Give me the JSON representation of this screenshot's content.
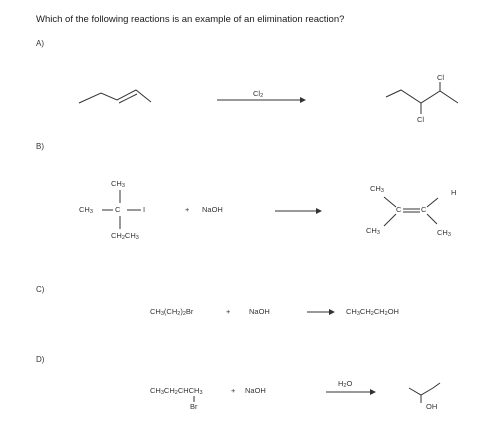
{
  "question": "Which of the following reactions is an example of an elimination reaction?",
  "options": {
    "A": {
      "label": "A)",
      "reagent": "Cl2",
      "product_atoms": [
        "Cl",
        "Cl"
      ]
    },
    "B": {
      "label": "B)",
      "reactant": {
        "top": "CH3",
        "left": "CH3",
        "right": "I",
        "bottom": "CH2CH3"
      },
      "plus": "+",
      "reagent": "NaOH",
      "product": {
        "ch3_top": "CH3",
        "h": "H",
        "ch3_left": "CH3",
        "ch3_right": "CH3",
        "c1": "C",
        "c2": "C"
      }
    },
    "C": {
      "label": "C)",
      "reactant": "CH3(CH2)2Br",
      "plus": "+",
      "reagent": "NaOH",
      "product": "CH3CH2CH2OH"
    },
    "D": {
      "label": "D)",
      "reactant": "CH3CH2CHCH3",
      "reactant_sub": "Br",
      "plus": "+",
      "reagent": "NaOH",
      "condition": "H2O",
      "product_atom": "OH"
    }
  }
}
